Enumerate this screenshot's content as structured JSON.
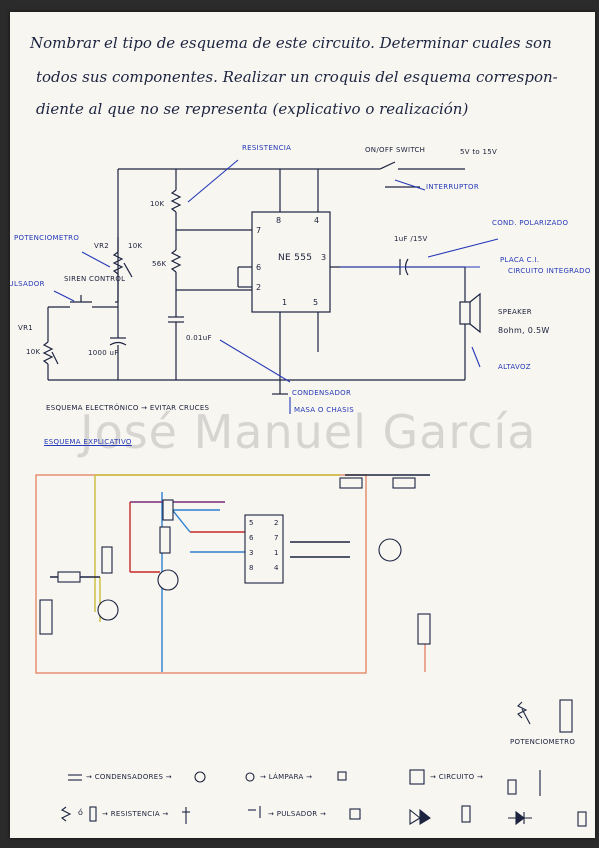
{
  "prompt": {
    "line1": "Nombrar el tipo de esquema de este circuito. Determinar cuales son",
    "line2": "todos sus componentes. Realizar un croquis del esquema correspon-",
    "line3": "diente al que no se representa (explicativo o realización)"
  },
  "schematic": {
    "resistencia": "RESISTENCIA",
    "onoff": "ON/OFF SWITCH",
    "voltage": "5V to 15V",
    "interruptor": "INTERRUPTOR",
    "r10k_top": "10K",
    "vr2": "VR2",
    "r10k_vr2": "10K",
    "potenciometro": "POTENCIOMETRO",
    "r56k": "56K",
    "pulsador": "PULSADOR",
    "siren_control": "SIREN CONTROL",
    "vr1": "VR1",
    "r10k_vr1": "10K",
    "cap1000": "1000 uF",
    "cap001": "0.01uF",
    "ic_label": "NE 555",
    "pin8": "8",
    "pin4": "4",
    "pin7": "7",
    "pin6": "6",
    "pin3": "3",
    "pin2": "2",
    "pin1": "1",
    "pin5": "5",
    "cap_rating": "1uF /15V",
    "cond_polarizado": "COND. POLARIZADO",
    "placa": "PLACA C.I.",
    "circuito_integrado": "CIRCUITO INTEGRADO",
    "speaker": "SPEAKER",
    "speaker_spec": "8ohm, 0.5W",
    "altavoz": "ALTAVOZ",
    "condensador": "CONDENSADOR",
    "masa": "MASA O CHASIS",
    "caption": "ESQUEMA ELECTRÓNICO → EVITAR CRUCES"
  },
  "watermark": "José Manuel García",
  "explicativo": {
    "title": "ESQUEMA EXPLICATIVO",
    "pins_left": [
      "5",
      "6",
      "3",
      "8"
    ],
    "pins_right": [
      "2",
      "7",
      "1",
      "4"
    ]
  },
  "potenciometro_note": "POTENCIOMETRO",
  "legend": {
    "condensadores": "→ CONDENSADORES →",
    "lampara": "→ LÁMPARA →",
    "circuito": "→ CIRCUITO →",
    "resistencia": "→ RESISTENCIA →",
    "pulsador": "→ PULSADOR →",
    "o": "ó"
  },
  "colors": {
    "ink": "#1d2440",
    "blue_ink": "#2538b8",
    "wire_red": "#c62828",
    "wire_blue": "#2e7fd0",
    "wire_yellow": "#c9bd3a",
    "wire_orange": "#e48a6a",
    "wire_purple": "#7a2a78",
    "paper": "#f7f6f1"
  }
}
